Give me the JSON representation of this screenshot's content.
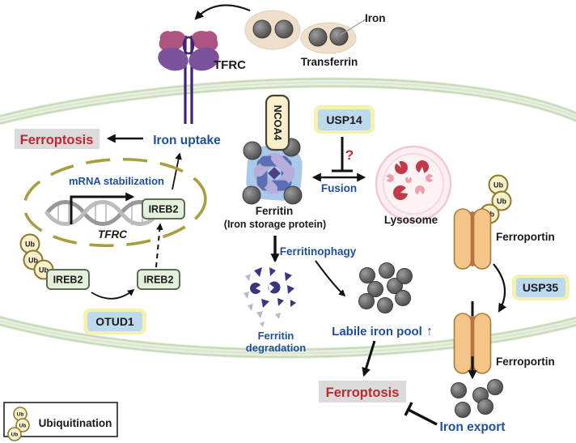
{
  "figure": "Iron metabolism and ferroptosis pathway diagram",
  "ub": "Ub",
  "top": {
    "tfrc": "TFRC",
    "transferrin": "Transferrin",
    "iron": "Iron"
  },
  "left": {
    "ferroptosis": "Ferroptosis",
    "iron_uptake": "Iron uptake",
    "mrna_stabilization": "mRNA stabilization",
    "tfrc_gene": "TFRC",
    "ireb2_nucleus": "IREB2",
    "ireb2_ubiquitinated": "IREB2",
    "ireb2_deubiquitinated": "IREB2",
    "otud1": "OTUD1"
  },
  "center": {
    "ncoa4": "NCOA4",
    "usp14": "USP14",
    "question": "?",
    "fusion": "Fusion",
    "ferritin": "Ferritin",
    "ferritin_sub": "(Iron storage protein)",
    "lysosome": "Lysosome",
    "ferritinophagy": "Ferritinophagy",
    "degradation_line1": "Ferritin",
    "degradation_line2": "degradation",
    "labile_iron_pool": "Labile iron pool",
    "increase_arrow": "↑",
    "ferroptosis": "Ferroptosis"
  },
  "right": {
    "ferroportin_internalized": "Ferroportin",
    "usp35": "USP35",
    "ferroportin_membrane": "Ferroportin",
    "iron_export": "Iron export"
  },
  "legend": {
    "ubiquitination": "Ubiquitination"
  },
  "colors": {
    "blue_text": "#1d4f9e",
    "red_text": "#c1272d",
    "membrane_green_edge": "#c7dab8",
    "membrane_green_fill": "#e8efe0",
    "dub_box_fill": "#bdd9ee",
    "dub_box_glow": "#f5f2b0",
    "ireb2_fill": "#e4efdc",
    "ireb2_border": "#5c6e54",
    "ub_fill": "#f8f0ca",
    "ub_border": "#8a7a2e",
    "ncoa4_fill": "#f8efcd",
    "ferroportin_fill": "#f4c488",
    "ferroportin_gap": "#cd6a52",
    "lysosome_fill": "#fdeff1",
    "lysosome_border": "#f3c9d1",
    "ferritin_blue": "#5b6fb5",
    "ferritin_lavender": "#b6add9",
    "iron_gray": "#5f5f5f",
    "gray_badge": "#dbdbdb",
    "tfrc_magenta": "#ad5480",
    "tfrc_purple": "#7b519a",
    "nucleus_dash": "#a79f3f"
  }
}
